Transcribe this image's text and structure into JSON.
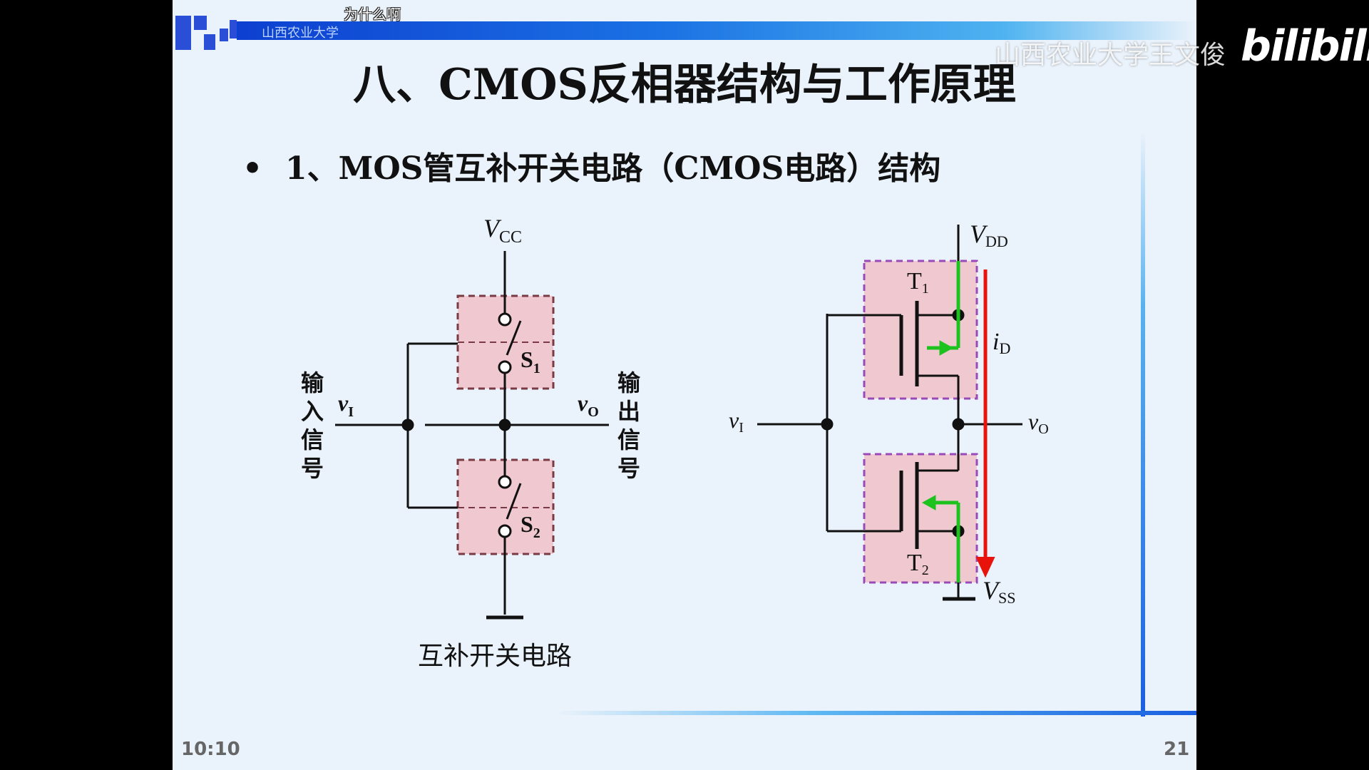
{
  "header": {
    "school": "山西农业大学",
    "danmaku": "为什么啊"
  },
  "slide": {
    "title": "八、CMOS反相器结构与工作原理",
    "bullet": "1、MOS管互补开关电路（CMOS电路）结构",
    "timestamp": "10:10",
    "page_number": "21"
  },
  "left_circuit": {
    "supply": "V",
    "supply_sub": "CC",
    "input_label": [
      "输",
      "入",
      "信",
      "号"
    ],
    "input_symbol": "v",
    "input_sub": "I",
    "output_label": [
      "输",
      "出",
      "信",
      "号"
    ],
    "output_symbol": "v",
    "output_sub": "O",
    "switch1": "S",
    "switch1_sub": "1",
    "switch2": "S",
    "switch2_sub": "2",
    "caption": "互补开关电路"
  },
  "right_circuit": {
    "vdd": "V",
    "vdd_sub": "DD",
    "vss": "V",
    "vss_sub": "SS",
    "t1": "T",
    "t1_sub": "1",
    "t2": "T",
    "t2_sub": "2",
    "current": "i",
    "current_sub": "D",
    "input": "v",
    "input_sub": "I",
    "output": "v",
    "output_sub": "O"
  },
  "watermark": {
    "text": "山西农业大学王文俊",
    "logo": "bilibili"
  },
  "colors": {
    "switch_fill": "#efc9cf",
    "box_border_left": "#7a3a44",
    "box_border_right": "#9a4ab8",
    "green": "#1ec21e",
    "red": "#e8140c"
  }
}
